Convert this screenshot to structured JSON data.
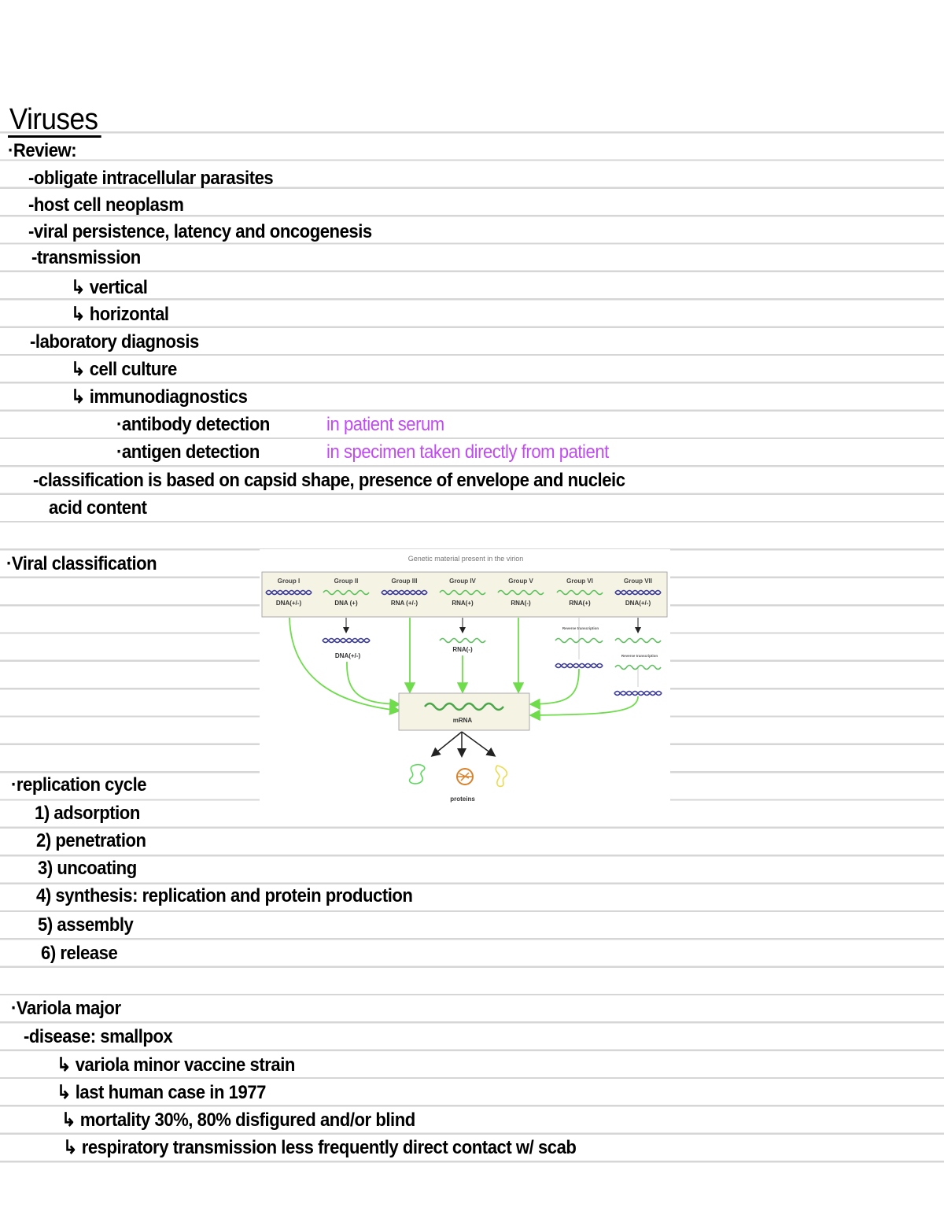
{
  "title": "Viruses",
  "review": {
    "heading": "·Review:",
    "lines": [
      "-obligate intracellular parasites",
      "-host cell neoplasm",
      "-viral persistence, latency and oncogenesis",
      "-transmission",
      "↳ vertical",
      "↳ horizontal",
      "-laboratory diagnosis",
      "↳ cell culture",
      "↳ immunodiagnostics",
      "·antibody detection",
      "·antigen detection",
      "-classification is based on capsid shape, presence of envelope and nucleic",
      "acid content"
    ],
    "annotations": [
      "in patient serum",
      "in specimen taken directly from patient"
    ],
    "annotation_color": "#c04bf2"
  },
  "viral_classification": {
    "heading": "·Viral classification",
    "diagram": {
      "title": "Genetic material present in the virion",
      "groups": [
        {
          "name": "Group I",
          "type": "DNA(+/-)"
        },
        {
          "name": "Group II",
          "type": "DNA (+)"
        },
        {
          "name": "Group III",
          "type": "RNA (+/-)"
        },
        {
          "name": "Group IV",
          "type": "RNA(+)"
        },
        {
          "name": "Group V",
          "type": "RNA(-)"
        },
        {
          "name": "Group VI",
          "type": "RNA(+)"
        },
        {
          "name": "Group VII",
          "type": "DNA(+/-)"
        }
      ],
      "intermediates": {
        "group2": "DNA(+/-)",
        "group4": "RNA(-)",
        "reverse_transcription": "Reverse transcription"
      },
      "center": "mRNA",
      "output": "proteins",
      "colors": {
        "dna": "#3c3c9a",
        "rna": "#5cc05c",
        "arrow": "#6fdc4c",
        "box": "#f5f3e3"
      }
    }
  },
  "replication": {
    "heading": "·replication cycle",
    "steps": [
      "1) adsorption",
      "2) penetration",
      "3) uncoating",
      "4) synthesis: replication and protein production",
      "5) assembly",
      "6) release"
    ]
  },
  "variola": {
    "heading": "·Variola major",
    "lines": [
      "-disease: smallpox",
      "↳ variola minor vaccine strain",
      "↳ last human case in 1977",
      "↳ mortality 30%, 80% disfigured and/or blind",
      "↳ respiratory transmission less frequently direct contact w/ scab"
    ]
  }
}
